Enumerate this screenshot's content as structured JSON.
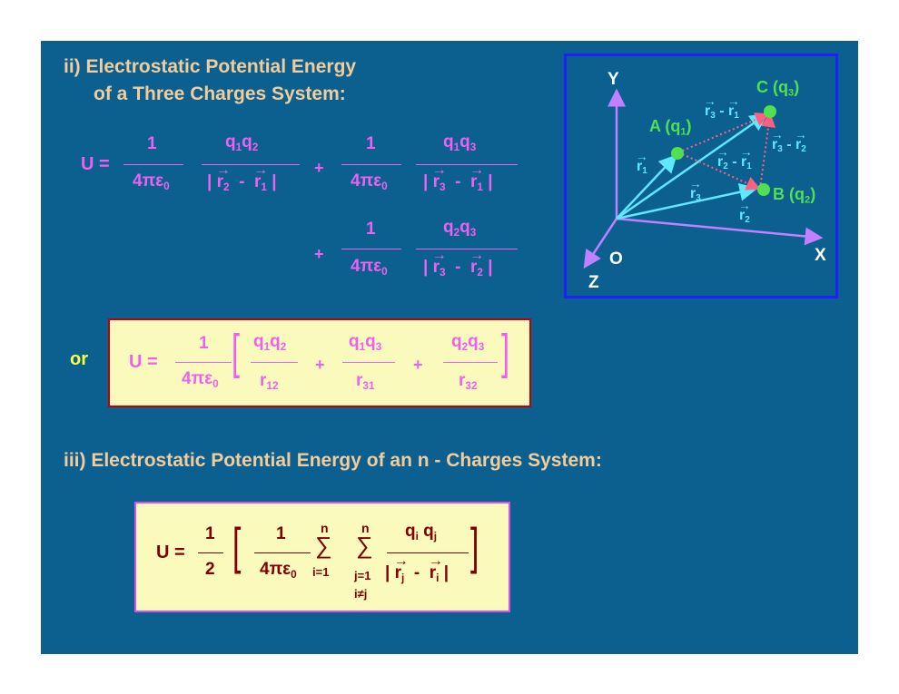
{
  "section2": {
    "heading_line1": "ii)  Electrostatic Potential Energy",
    "heading_line2": "of a Three Charges System:"
  },
  "eq1": {
    "lhs": "U =",
    "one": "1",
    "denom": "4πε",
    "zero": "0",
    "plus": "+",
    "abs": "|",
    "minus": "-",
    "q1": "q",
    "q1s": "1",
    "q2": "q",
    "q2s": "2",
    "q3": "q",
    "q3s": "3",
    "r": "r",
    "r1s": "1",
    "r2s": "2",
    "r3s": "3"
  },
  "or_label": "or",
  "eq2": {
    "lhs": "U =",
    "one": "1",
    "denom": "4πε",
    "zero": "0",
    "plus": "+",
    "r": "r",
    "r12s": "12",
    "r31s": "31",
    "r32s": "32"
  },
  "section3": {
    "heading": "iii) Electrostatic Potential Energy   of an  n - Charges System:"
  },
  "eq3": {
    "lhs": "U =",
    "one": "1",
    "two": "2",
    "denom": "4πε",
    "zero": "0",
    "sigma": "∑",
    "n": "n",
    "i_eq_1": "i=1",
    "j_eq_1": "j=1",
    "i_ne_j": "i≠j",
    "q": "q",
    "i": "i",
    "j": "j",
    "r": "r",
    "minus": "-",
    "abs": "|"
  },
  "diagram": {
    "axis_y": "Y",
    "axis_x": "X",
    "axis_z": "Z",
    "origin": "O",
    "point_a": "A (q",
    "point_b": "B (q",
    "point_c": "C (q",
    "close_paren": ")",
    "r": "r",
    "minus": "-",
    "s1": "1",
    "s2": "2",
    "s3": "3",
    "colors": {
      "axes": "#c080ff",
      "vectors": "#60e8ff",
      "points": "#50e050",
      "dotted": "#ff6080",
      "labels": "#50e050"
    }
  }
}
